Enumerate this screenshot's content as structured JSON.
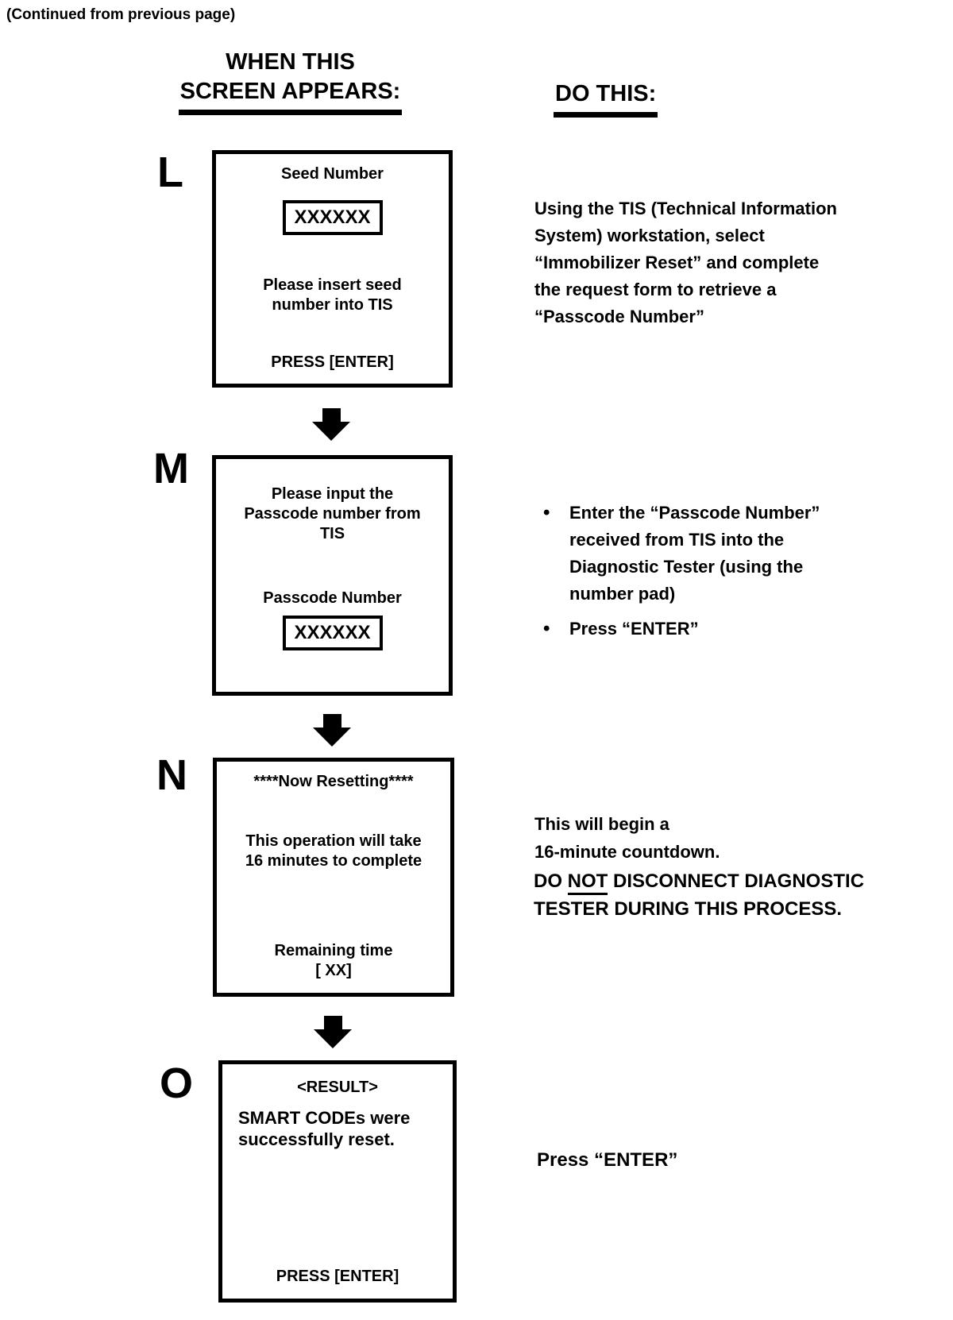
{
  "page": {
    "continued_note": "(Continued from previous page)"
  },
  "headers": {
    "when_this": "WHEN THIS\nSCREEN APPEARS:",
    "do_this": "DO THIS:"
  },
  "steps": {
    "l": {
      "label": "L",
      "screen": {
        "title": "Seed Number",
        "seed_value": "XXXXXX",
        "message": "Please insert seed\nnumber into TIS",
        "footer": "PRESS [ENTER]"
      },
      "instruction": "Using the TIS (Technical Information\nSystem) workstation, select\n“Immobilizer Reset” and complete\nthe request form to retrieve a\n“Passcode Number”"
    },
    "m": {
      "label": "M",
      "screen": {
        "message": "Please input the\nPasscode number from\nTIS",
        "field_label": "Passcode Number",
        "passcode_value": "XXXXXX"
      },
      "bullet_marker": "•",
      "bullets": [
        "Enter the “Passcode Number”\nreceived from TIS into the\nDiagnostic Tester (using the\nnumber pad)",
        "Press “ENTER”"
      ]
    },
    "n": {
      "label": "N",
      "screen": {
        "title": "****Now Resetting****",
        "message": "This operation will take\n16 minutes to complete",
        "remaining_label": "Remaining time",
        "remaining_value": "[ XX]"
      },
      "instruction": "This will begin a\n16-minute countdown.",
      "warning": {
        "prefix": "DO ",
        "emphasized": "NOT",
        "suffix": " DISCONNECT DIAGNOSTIC\nTESTER DURING THIS PROCESS."
      }
    },
    "o": {
      "label": "O",
      "screen": {
        "title": "<RESULT>",
        "message": "SMART CODEs were\nsuccessfully reset.",
        "footer": "PRESS [ENTER]"
      },
      "instruction": "Press “ENTER”"
    }
  }
}
